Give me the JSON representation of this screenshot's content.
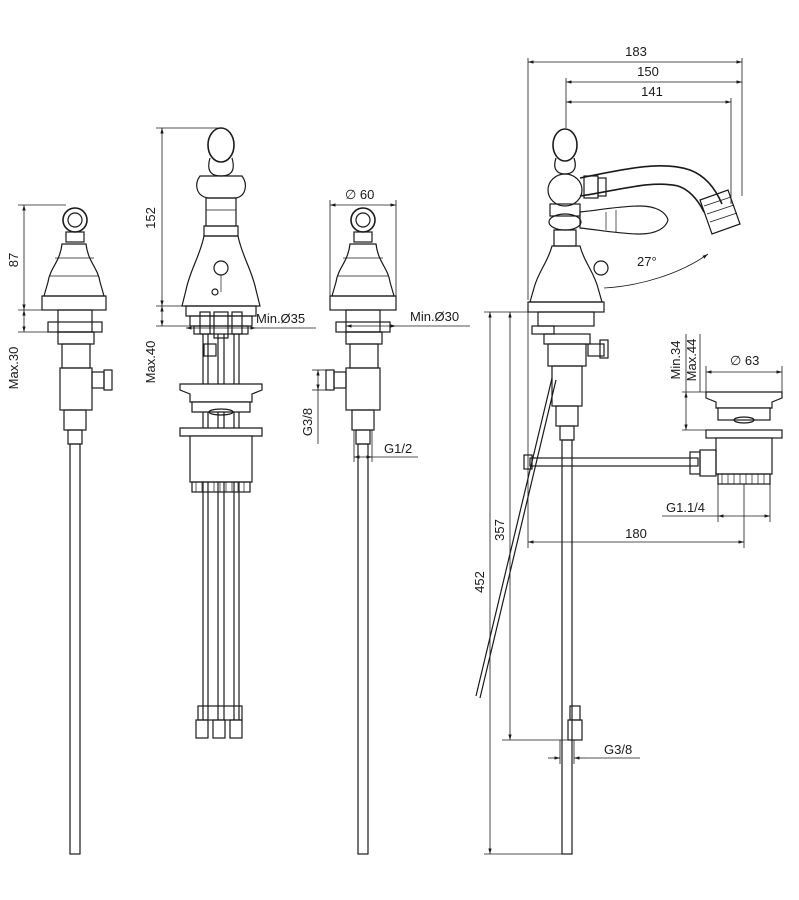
{
  "dimensions": {
    "d87": "87",
    "max30": "Max.30",
    "d152": "152",
    "max40": "Max.40",
    "min35": "Min.Ø35",
    "dia60": "∅ 60",
    "min30": "Min.Ø30",
    "g38_left": "G3/8",
    "g12": "G1/2",
    "d183": "183",
    "d150": "150",
    "d141": "141",
    "angle27": "27°",
    "min34": "Min.34",
    "max44": "Max.44",
    "dia63": "∅ 63",
    "d357": "357",
    "d452": "452",
    "g114": "G1.1/4",
    "d180": "180",
    "g38_bottom": "G3/8"
  }
}
